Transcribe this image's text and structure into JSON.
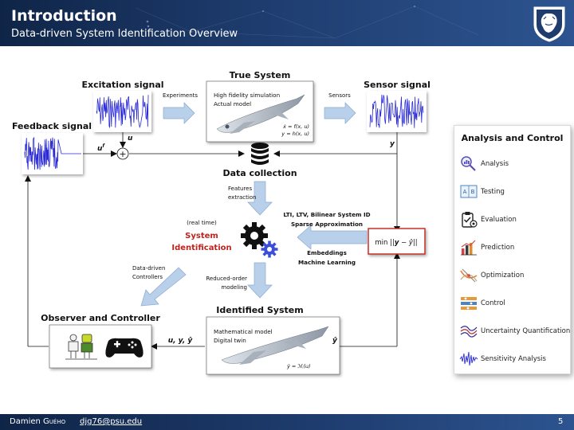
{
  "header": {
    "title": "Introduction",
    "subtitle": "Data-driven System Identification Overview"
  },
  "footer": {
    "author_first": "Damien",
    "author_last": "Guého",
    "email": "djg76@psu.edu",
    "page": "5"
  },
  "diagram": {
    "excitation_title": "Excitation signal",
    "true_system_title": "True System",
    "true_system_line1": "High fidelity simulation",
    "true_system_line2": "Actual model",
    "true_system_eq1": "ẋ = f(x, u)",
    "true_system_eq2": "y = h(x, u)",
    "sensor_title": "Sensor signal",
    "feedback_title": "Feedback signal",
    "experiments_label": "Experiments",
    "sensors_label": "Sensors",
    "u_label": "u",
    "uf_label": "u",
    "uf_sup": "f",
    "y_label": "y",
    "plus": "+",
    "data_collection": "Data collection",
    "features_line1": "Features",
    "features_line2": "extraction",
    "lti_line": "LTI, LTV, Bilinear System ID",
    "sparse_line": "Sparse Approximation",
    "embeddings_line": "Embeddings",
    "ml_line": "Machine Learning",
    "realtime_label": "(real time)",
    "sysid_line1": "System",
    "sysid_line2": "Identification",
    "minimize_prefix": "min ||",
    "minimize_y": "y",
    "minimize_sep": " − ",
    "minimize_yhat": "ŷ",
    "minimize_suffix": "||",
    "datadriven_line1": "Data-driven",
    "datadriven_line2": "Controllers",
    "reduced_line1": "Reduced-order",
    "reduced_line2": "modeling",
    "identified_title": "Identified System",
    "identified_line1": "Mathematical model",
    "identified_line2": "Digital twin",
    "identified_eq": "ŷ = ℳ(u)",
    "observer_title": "Observer and Controller",
    "uyy_label": "u, y, ŷ",
    "yhat_label": "ŷ"
  },
  "legend": {
    "title": "Analysis and Control",
    "items": [
      {
        "label": "Analysis",
        "icon": "magnifier-chart-icon"
      },
      {
        "label": "Testing",
        "icon": "ab-test-icon"
      },
      {
        "label": "Evaluation",
        "icon": "clipboard-check-icon"
      },
      {
        "label": "Prediction",
        "icon": "bar-chart-icon"
      },
      {
        "label": "Optimization",
        "icon": "optimization-icon"
      },
      {
        "label": "Control",
        "icon": "control-panel-icon"
      },
      {
        "label": "Uncertainty Quantification",
        "icon": "uncertainty-lines-icon"
      },
      {
        "label": "Sensitivity Analysis",
        "icon": "sensitivity-wave-icon"
      }
    ]
  },
  "colors": {
    "header_dark": "#0f2547",
    "header_light": "#2d5490",
    "arrow_fill": "#b9d0ea",
    "arrow_stroke": "#8aa9cf",
    "accent_red": "#c0221c",
    "signal_blue": "#2a2ad8"
  }
}
